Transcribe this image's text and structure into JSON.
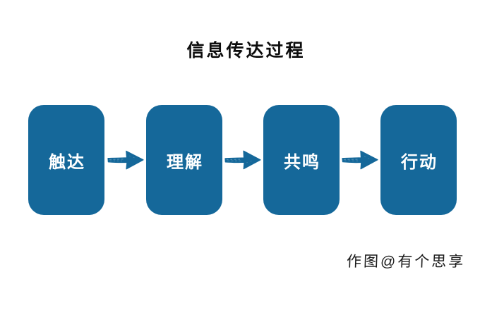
{
  "diagram": {
    "title": "信息传达过程",
    "stages": [
      {
        "label": "触达"
      },
      {
        "label": "理解"
      },
      {
        "label": "共鸣"
      },
      {
        "label": "行动"
      }
    ],
    "arrows": [
      {
        "icon": "sketch-right-arrow-icon"
      },
      {
        "icon": "sketch-right-arrow-icon"
      },
      {
        "icon": "sketch-right-arrow-icon"
      }
    ],
    "watermark": "作图@有个思享",
    "colors": {
      "background": "#ffffff",
      "box_fill": "#15689A",
      "arrow": "#15689A",
      "box_text": "#ffffff",
      "title_text": "#0d0d0d",
      "watermark_text": "#1a1a1a"
    }
  }
}
